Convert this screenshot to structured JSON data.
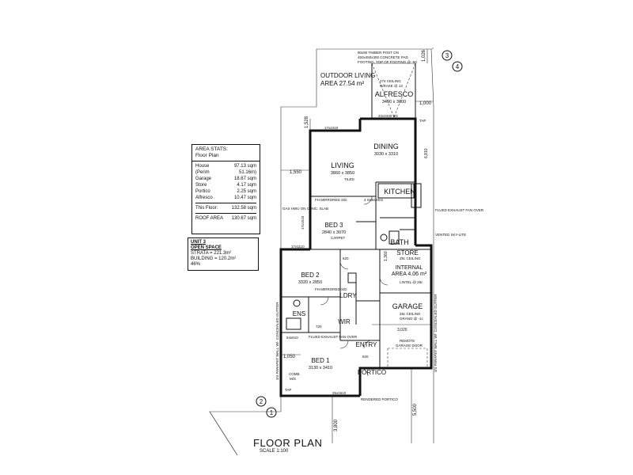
{
  "title": "FLOOR PLAN",
  "scale": "SCALE 1:100",
  "area_stats": {
    "heading": "AREA STATS:",
    "subheading": "Floor Plan",
    "rows": [
      {
        "label": "House",
        "value": "97.13 sqm"
      },
      {
        "label": "(Perim",
        "value": "51.16m)"
      },
      {
        "label": "Garage",
        "value": "18.67 sqm"
      },
      {
        "label": "Store",
        "value": "4.17 sqm"
      },
      {
        "label": "Portico",
        "value": "2.25 sqm"
      },
      {
        "label": "Alfresco",
        "value": "10.47 sqm"
      }
    ],
    "this_floor_label": "This Floor:",
    "this_floor_value": "132.58 sqm",
    "roof_label": "ROOF AREA",
    "roof_value": "130.67 sqm"
  },
  "open_space": {
    "unit": "UNIT 3",
    "heading": "OPEN SPACE",
    "strata": "STRATA = 221.3m²",
    "building": "BUILDING = 120.2m²",
    "percent": "46%"
  },
  "rooms": {
    "outdoor_living": "OUTDOOR LIVING",
    "outdoor_area": "AREA 27.54 m²",
    "alfresco": "ALFRESCO",
    "alfresco_dim": "3490 x 3000",
    "living": "LIVING",
    "living_dim": "3860 x 3850",
    "dining": "DINING",
    "dining_dim": "3030 x 3310",
    "kitchen": "KITCHEN",
    "bed3": "BED 3",
    "bed3_dim": "2840 x 3070",
    "bed2": "BED 2",
    "bed2_dim": "3320 x 2850",
    "bath": "BATH",
    "store": "STORE",
    "internal": "INTERNAL",
    "internal_area": "AREA 4.06 m²",
    "ldry": "LDRY",
    "ens": "ENS",
    "wir": "WIR",
    "garage": "GARAGE",
    "entry": "ENTRY",
    "bed1": "BED 1",
    "bed1_dim": "3130 x 3410",
    "portico": "PORTICO"
  },
  "dimensions": {
    "d1026": "1,026",
    "d1000": "1,000",
    "d1528": "1,528",
    "d1550": "1,550",
    "d1050": "1,050",
    "d5500": "5,500",
    "d3800": "3,800",
    "d3020": "3,020",
    "d1360": "1,360",
    "d6810": "6,810"
  },
  "notes": {
    "timber_post": "90x90 TIMBER POST ON",
    "concrete_pad": "450x450x300 CONCRETE PAD",
    "footing": "FOOTING, TOP OF FOOTING @ -50",
    "ceiling_274": "274 CEILING",
    "raked": "R/RAKE @ 14",
    "d22": "22x2430 SG",
    "d17": "17x2410",
    "carpet": "CARPET",
    "tiled": "TILED",
    "shelves": "4 SHELVES",
    "flued_fan": "FLUED EXHAUST FAN OVER",
    "vented_skylite": "VENTED SKY-LITE",
    "parapet_left": "3/4 PARAPET WALL W/- CONCEALED GUTTER",
    "parapet_right": "3/4 PARAPET WALL W/- CONCEALED GUTTER",
    "ceiling_28": "28c CEILING",
    "grano": "GRANO @ -1c",
    "lintel": "LINTEL @ 28c",
    "remote": "REMOTE",
    "garage_door": "GARAGE DOOR",
    "rendered_portico": "RENDERED PORTICO",
    "flued_fan_2": "FLUED EXHAUST FAN OVER",
    "comb": "COMB",
    "ms": "M/S",
    "tap": "TAP",
    "fh_mirrored": "FH MIRRORED S/D",
    "gas_hws": "GAS HWU ON CONC. SLAB",
    "d25": "25x1610",
    "d54": "54x610",
    "d17b": "17x1110",
    "d17c": "17x1510",
    "d720": "720",
    "d820": "820",
    "d620": "620"
  },
  "markers": [
    "3",
    "4",
    "2",
    "1"
  ]
}
